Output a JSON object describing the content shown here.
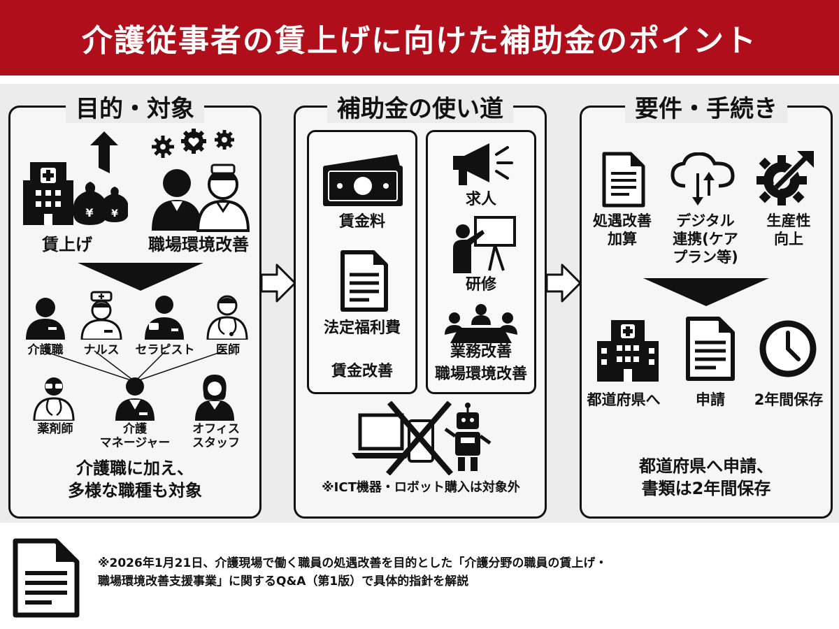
{
  "title": "介護従事者の賃上げに向けた補助金のポイント",
  "colors": {
    "header": "#b00e1b",
    "ink": "#111111",
    "background": "#ececec"
  },
  "panel1": {
    "title": "目的・対象",
    "item_wage": "賃上げ",
    "item_workplace": "職場環境改善",
    "roles": {
      "care_worker": "介護職",
      "nurse": "ナルス",
      "therapist": "セラピスト",
      "doctor": "医師",
      "pharmacist": "薬剤師",
      "care_manager_line1": "介護",
      "care_manager_line2": "マネージャー",
      "office_line1": "オフィス",
      "office_line2": "スタッフ"
    },
    "summary_line1": "介護職に加え、",
    "summary_line2": "多様な職種も対象"
  },
  "panel2": {
    "title": "補助金の使い道",
    "wage_box": {
      "item1": "賃金料",
      "item2": "法定福利費",
      "label": "賃金改善"
    },
    "env_box": {
      "item1": "求人",
      "item2": "研修",
      "item3": "業務改善",
      "label": "職場環境改善"
    },
    "note": "※ICT機器・ロボット購入は対象外"
  },
  "panel3": {
    "title": "要件・手続き",
    "req1_line1": "処遇改善",
    "req1_line2": "加算",
    "req2_line1": "デジタル",
    "req2_line2": "連携(ケア",
    "req2_line3": "プラン等)",
    "req3_line1": "生産性",
    "req3_line2": "向上",
    "proc1": "都道府県へ",
    "proc2": "申請",
    "proc3": "2年間保存",
    "summary_line1": "都道府県へ申請、",
    "summary_line2": "書類は2年間保存"
  },
  "footer": {
    "line1": "※2026年1月21日、介護現場で働く職員の処遇改善を目的とした「介護分野の職員の賃上げ・",
    "line2": "職場環境改善支援事業」に関するQ&A（第1版）で具体的指針を解説"
  }
}
